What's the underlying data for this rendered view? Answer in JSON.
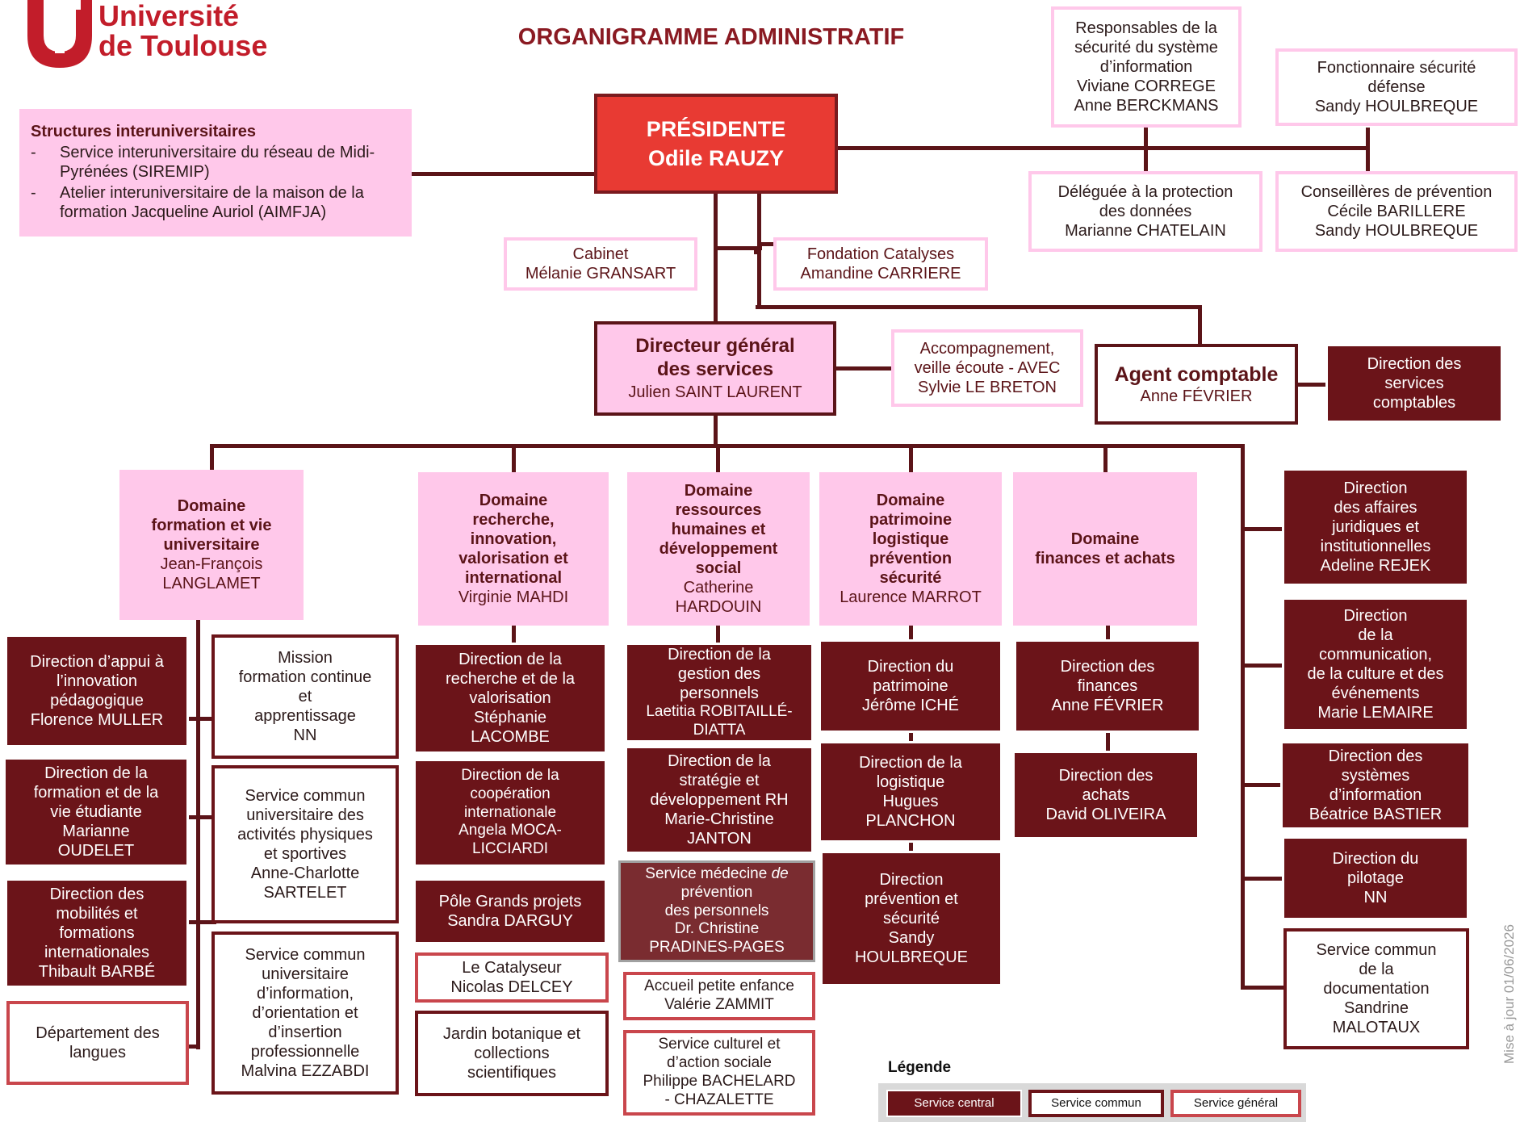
{
  "logo": {
    "line1": "Université",
    "line2": "de Toulouse"
  },
  "title": "ORGANIGRAMME ADMINISTRATIF",
  "structures": {
    "heading": "Structures interuniversitaires",
    "items": [
      {
        "bullet": "-",
        "text": "Service interuniversitaire du réseau de Midi-Pyrénées (SIREMIP)"
      },
      {
        "bullet": "-",
        "text": "Atelier interuniversitaire de la maison de la formation Jacqueline Auriol (AIMFJA)"
      }
    ]
  },
  "president": {
    "l1": "PRÉSIDENTE",
    "l2": "Odile RAUZY"
  },
  "rssi": {
    "l1": "Responsables de la",
    "l2": "sécurité du système",
    "l3": "d’information",
    "l4": "Viviane CORREGE",
    "l5": "Anne BERCKMANS"
  },
  "fsd": {
    "l1": "Fonctionnaire sécurité",
    "l2": "défense",
    "l3": "Sandy HOULBREQUE"
  },
  "dpo": {
    "l1": "Déléguée à la protection",
    "l2": "des données",
    "l3": "Marianne CHATELAIN"
  },
  "prev": {
    "l1": "Conseillères de prévention",
    "l2": "Cécile BARILLERE",
    "l3": "Sandy HOULBREQUE"
  },
  "cabinet": {
    "l1": "Cabinet",
    "l2": "Mélanie GRANSART"
  },
  "fondation": {
    "l1": "Fondation Catalyses",
    "l2": "Amandine CARRIERE"
  },
  "dgs": {
    "l1": "Directeur général",
    "l2": "des services",
    "l3": "Julien SAINT LAURENT"
  },
  "avec": {
    "l1": "Accompagnement,",
    "l2": "veille écoute - AVEC",
    "l3": "Sylvie LE BRETON"
  },
  "agent": {
    "l1": "Agent comptable",
    "l2": "Anne FÉVRIER"
  },
  "dsc": {
    "l1": "Direction des",
    "l2": "services",
    "l3": "comptables"
  },
  "domains": {
    "d1": {
      "l1": "Domaine",
      "l2": "formation et vie",
      "l3": "universitaire",
      "l4": "Jean-François",
      "l5": "LANGLAMET"
    },
    "d2": {
      "l1": "Domaine",
      "l2": "recherche,",
      "l3": "innovation,",
      "l4": "valorisation et",
      "l5": "international",
      "l6": "Virginie MAHDI"
    },
    "d3": {
      "l1": "Domaine",
      "l2": "ressources",
      "l3": "humaines et",
      "l4": "développement",
      "l5": "social",
      "l6": "Catherine",
      "l7": "HARDOUIN"
    },
    "d4": {
      "l1": "Domaine",
      "l2": "patrimoine",
      "l3": "logistique",
      "l4": "prévention",
      "l5": "sécurité",
      "l6": "Laurence MARROT"
    },
    "d5": {
      "l1": "Domaine",
      "l2": "finances et achats"
    }
  },
  "col1": {
    "dap": {
      "l1": "Direction d’appui à",
      "l2": "l’innovation",
      "l3": "pédagogique",
      "l4": "Florence MULLER"
    },
    "dfve": {
      "l1": "Direction de la",
      "l2": "formation et de la",
      "l3": "vie étudiante",
      "l4": "Marianne",
      "l5": "OUDELET"
    },
    "dmfi": {
      "l1": "Direction des",
      "l2": "mobilités et",
      "l3": "formations",
      "l4": "internationales",
      "l5": "Thibault BARBÉ"
    },
    "langues": {
      "l1": "Département des",
      "l2": "langues"
    }
  },
  "col2": {
    "mfca": {
      "l1": "Mission",
      "l2": "formation continue",
      "l3": "et",
      "l4": "apprentissage",
      "l5": "NN"
    },
    "suaps": {
      "l1": "Service commun",
      "l2": "universitaire des",
      "l3": "activités physiques",
      "l4": "et sportives",
      "l5": "Anne-Charlotte",
      "l6": "SARTELET"
    },
    "scuio": {
      "l1": "Service commun",
      "l2": "universitaire",
      "l3": "d’information,",
      "l4": "d’orientation et",
      "l5": "d’insertion",
      "l6": "professionnelle",
      "l7": "Malvina EZZABDI"
    }
  },
  "col3": {
    "drv": {
      "l1": "Direction de la",
      "l2": "recherche et de la",
      "l3": "valorisation",
      "l4": "Stéphanie",
      "l5": "LACOMBE"
    },
    "dci": {
      "l1": "Direction de la",
      "l2": "coopération",
      "l3": "internationale",
      "l4": "Angela MOCA-",
      "l5": "LICCIARDI"
    },
    "pgp": {
      "l1": "Pôle Grands projets",
      "l2": "Sandra DARGUY"
    },
    "catalyseur": {
      "l1": "Le Catalyseur",
      "l2": "Nicolas DELCEY"
    },
    "jardin": {
      "l1": "Jardin botanique et",
      "l2": "collections",
      "l3": "scientifiques"
    }
  },
  "col4": {
    "dgp": {
      "l1": "Direction de la",
      "l2": "gestion des",
      "l3": "personnels",
      "l4": "Laetitia ROBITAILLÉ-",
      "l5": "DIATTA"
    },
    "dsrh": {
      "l1": "Direction de la",
      "l2": "stratégie et",
      "l3": "développement RH",
      "l4": "Marie-Christine",
      "l5": "JANTON"
    },
    "smp": {
      "l1a": "Service médecine ",
      "l1b": "de",
      "l2": "prévention",
      "l3": "des personnels",
      "l4": "Dr. Christine",
      "l5": "PRADINES-PAGES"
    },
    "ape": {
      "l1": "Accueil petite enfance",
      "l2": "Valérie ZAMMIT"
    },
    "scas": {
      "l1": "Service culturel et",
      "l2": "d’action sociale",
      "l3": "Philippe BACHELARD",
      "l4": "- CHAZALETTE"
    }
  },
  "col5": {
    "dpat": {
      "l1": "Direction du",
      "l2": "patrimoine",
      "l3": "Jérôme ICHÉ"
    },
    "dlog": {
      "l1": "Direction de la",
      "l2": "logistique",
      "l3": "Hugues",
      "l4": "PLANCHON"
    },
    "dps": {
      "l1": "Direction",
      "l2": "prévention et",
      "l3": "sécurité",
      "l4": "Sandy",
      "l5": "HOULBREQUE"
    }
  },
  "col6": {
    "dfin": {
      "l1": "Direction des",
      "l2": "finances",
      "l3": "Anne FÉVRIER"
    },
    "dach": {
      "l1": "Direction des",
      "l2": "achats",
      "l3": "David OLIVEIRA"
    }
  },
  "col7": {
    "daj": {
      "l1": "Direction",
      "l2": "des affaires",
      "l3": "juridiques et",
      "l4": "institutionnelles",
      "l5": "Adeline REJEK"
    },
    "dcce": {
      "l1": "Direction",
      "l2": "de la",
      "l3": "communication,",
      "l4": "de la culture et des",
      "l5": "événements",
      "l6": "Marie LEMAIRE"
    },
    "dsi": {
      "l1": "Direction des",
      "l2": "systèmes",
      "l3": "d’information",
      "l4": "Béatrice BASTIER"
    },
    "dpil": {
      "l1": "Direction du",
      "l2": "pilotage",
      "l3": "NN"
    },
    "scd": {
      "l1": "Service commun",
      "l2": "de la",
      "l3": "documentation",
      "l4": "Sandrine",
      "l5": "MALOTAUX"
    }
  },
  "legend": {
    "title": "Légende",
    "central": "Service central",
    "commun": "Service commun",
    "general": "Service général"
  },
  "update": "Mise à jour 01/06/2026"
}
